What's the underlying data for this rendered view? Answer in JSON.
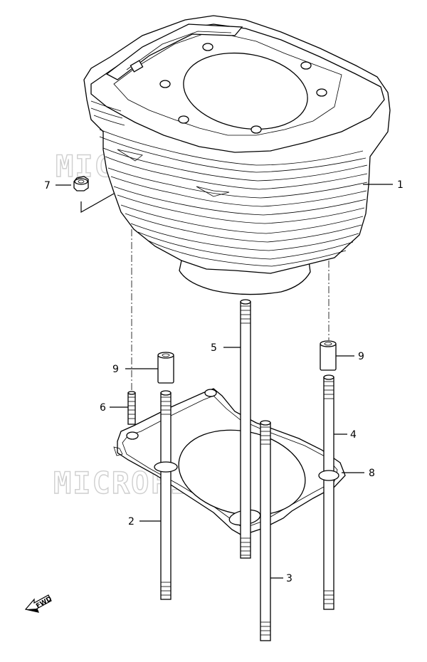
{
  "diagram": {
    "watermark": "MICROFICHE.NET",
    "fwd_label": "FWD",
    "callouts": [
      {
        "id": "c1",
        "label": "1"
      },
      {
        "id": "c2",
        "label": "2"
      },
      {
        "id": "c3",
        "label": "3"
      },
      {
        "id": "c4",
        "label": "4"
      },
      {
        "id": "c5",
        "label": "5"
      },
      {
        "id": "c6",
        "label": "6"
      },
      {
        "id": "c7",
        "label": "7"
      },
      {
        "id": "c8",
        "label": "8"
      },
      {
        "id": "c9a",
        "label": "9"
      },
      {
        "id": "c9b",
        "label": "9"
      }
    ]
  }
}
